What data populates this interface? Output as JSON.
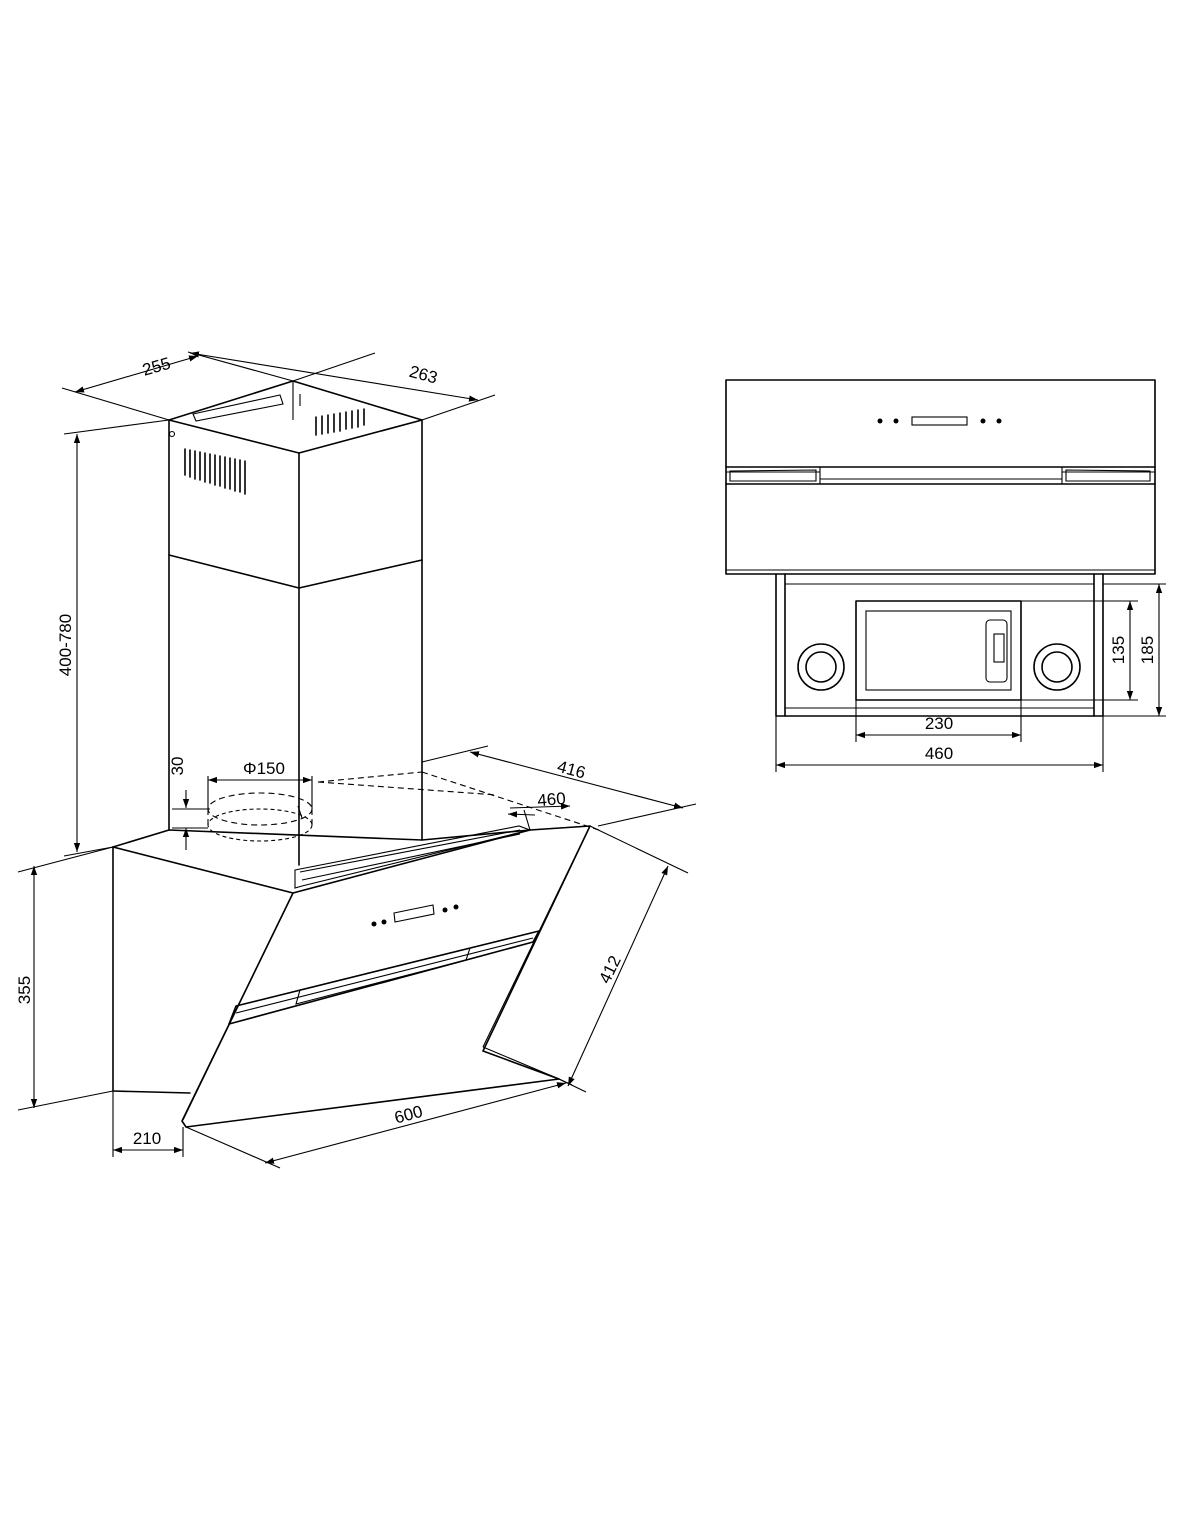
{
  "perspective_view": {
    "dimensions": {
      "chimney_width": "255",
      "chimney_depth": "263",
      "chimney_height_range": "400-780",
      "duct_offset": "30",
      "duct_diameter": "Φ150",
      "body_depth": "416",
      "body_width_top": "460",
      "glass_length": "412",
      "body_height": "355",
      "base_depth": "210",
      "width": "600"
    }
  },
  "bottom_view": {
    "dimensions": {
      "filter_height": "135",
      "frame_height": "185",
      "filter_width": "230",
      "frame_width": "460"
    }
  }
}
